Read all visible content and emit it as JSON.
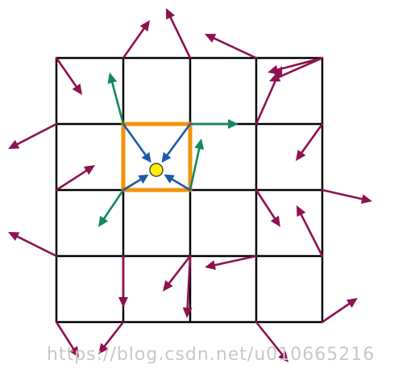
{
  "colors": {
    "grid_line": "#000000",
    "gradient_arrow": "#8e1150",
    "highlight_cell": "#f2920d",
    "offset_arrow": "#1b5aa8",
    "corner_gradient_arrow": "#12895a",
    "sample_point_fill": "#ffee00",
    "sample_point_stroke": "#444444",
    "watermark": "#c8c8c8"
  },
  "grid": {
    "rows": 4,
    "cols": 4
  },
  "watermark_text": "https://blog.csdn.net/u010665216",
  "icons": {
    "sample_point": "yellow-dot-icon",
    "arrowhead": "triangle-arrowhead-icon"
  }
}
